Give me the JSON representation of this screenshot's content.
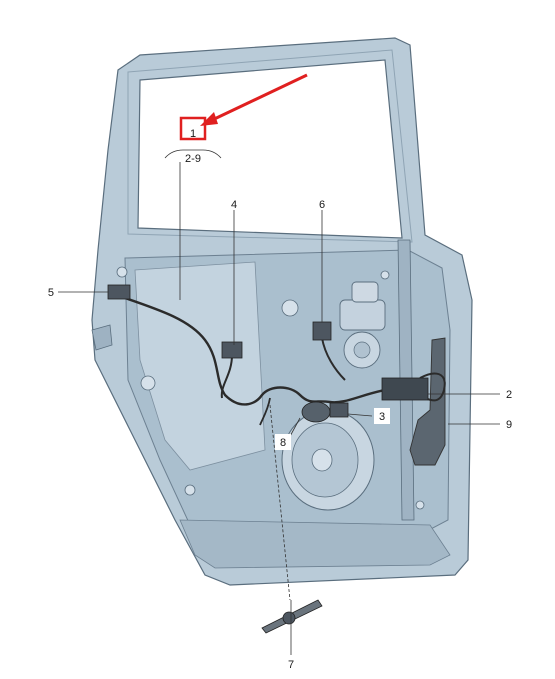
{
  "callouts": {
    "c1": "1",
    "c1_range": "2-9",
    "c2": "2",
    "c3": "3",
    "c4": "4",
    "c5": "5",
    "c6": "6",
    "c7": "7",
    "c8": "8",
    "c9": "9"
  },
  "colors": {
    "door_panel": "#b9cbd8",
    "door_shadow": "#9eb2c2",
    "outline": "#5a6e7e",
    "highlight_box": "#e02020",
    "arrow": "#e02020",
    "wire": "#2b2b2b"
  }
}
